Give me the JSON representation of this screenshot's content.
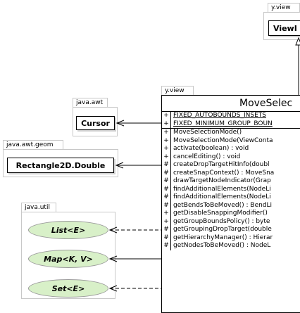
{
  "packages": {
    "yview_top": "y.view",
    "java_awt": "java.awt",
    "yview_main": "y.view",
    "java_awt_geom": "java.awt.geom",
    "java_util": "java.util"
  },
  "classes": {
    "top_class": "ViewI",
    "cursor": "Cursor",
    "rectangle": "Rectangle2D.Double",
    "main": "MoveSelec"
  },
  "interfaces": {
    "list": "List<E>",
    "map": "Map<K, V>",
    "set": "Set<E>"
  },
  "members": [
    {
      "vis": "+",
      "text": "FIXED_AUTOBOUNDS_INSETS",
      "static": true
    },
    {
      "vis": "+",
      "text": "FIXED_MINIMUM_GROUP_BOUN",
      "static": true
    },
    {
      "vis": "+",
      "text": "MoveSelectionMode()",
      "static": false
    },
    {
      "vis": "+",
      "text": "MoveSelectionMode(ViewConta",
      "static": false
    },
    {
      "vis": "+",
      "text": "activate(boolean) : void",
      "static": false
    },
    {
      "vis": "+",
      "text": "cancelEditing() : void",
      "static": false
    },
    {
      "vis": "#",
      "text": "createDropTargetHitInfo(doubl",
      "static": false
    },
    {
      "vis": "#",
      "text": "createSnapContext() : MoveSna",
      "static": false
    },
    {
      "vis": "#",
      "text": "drawTargetNodeIndicator(Grap",
      "static": false
    },
    {
      "vis": "#",
      "text": "findAdditionalElements(NodeLi",
      "static": false
    },
    {
      "vis": "#",
      "text": "findAdditionalElements(NodeLi",
      "static": false
    },
    {
      "vis": "#",
      "text": "getBendsToBeMoved() : BendLi",
      "static": false
    },
    {
      "vis": "+",
      "text": "getDisableSnappingModifier()",
      "static": false
    },
    {
      "vis": "+",
      "text": "getGroupBoundsPolicy() : byte",
      "static": false
    },
    {
      "vis": "#",
      "text": "getGroupingDropTarget(double",
      "static": false
    },
    {
      "vis": "#",
      "text": "getHierarchyManager() : Hierar",
      "static": false
    },
    {
      "vis": "#",
      "text": "getNodesToBeMoved() : NodeL",
      "static": false
    }
  ]
}
